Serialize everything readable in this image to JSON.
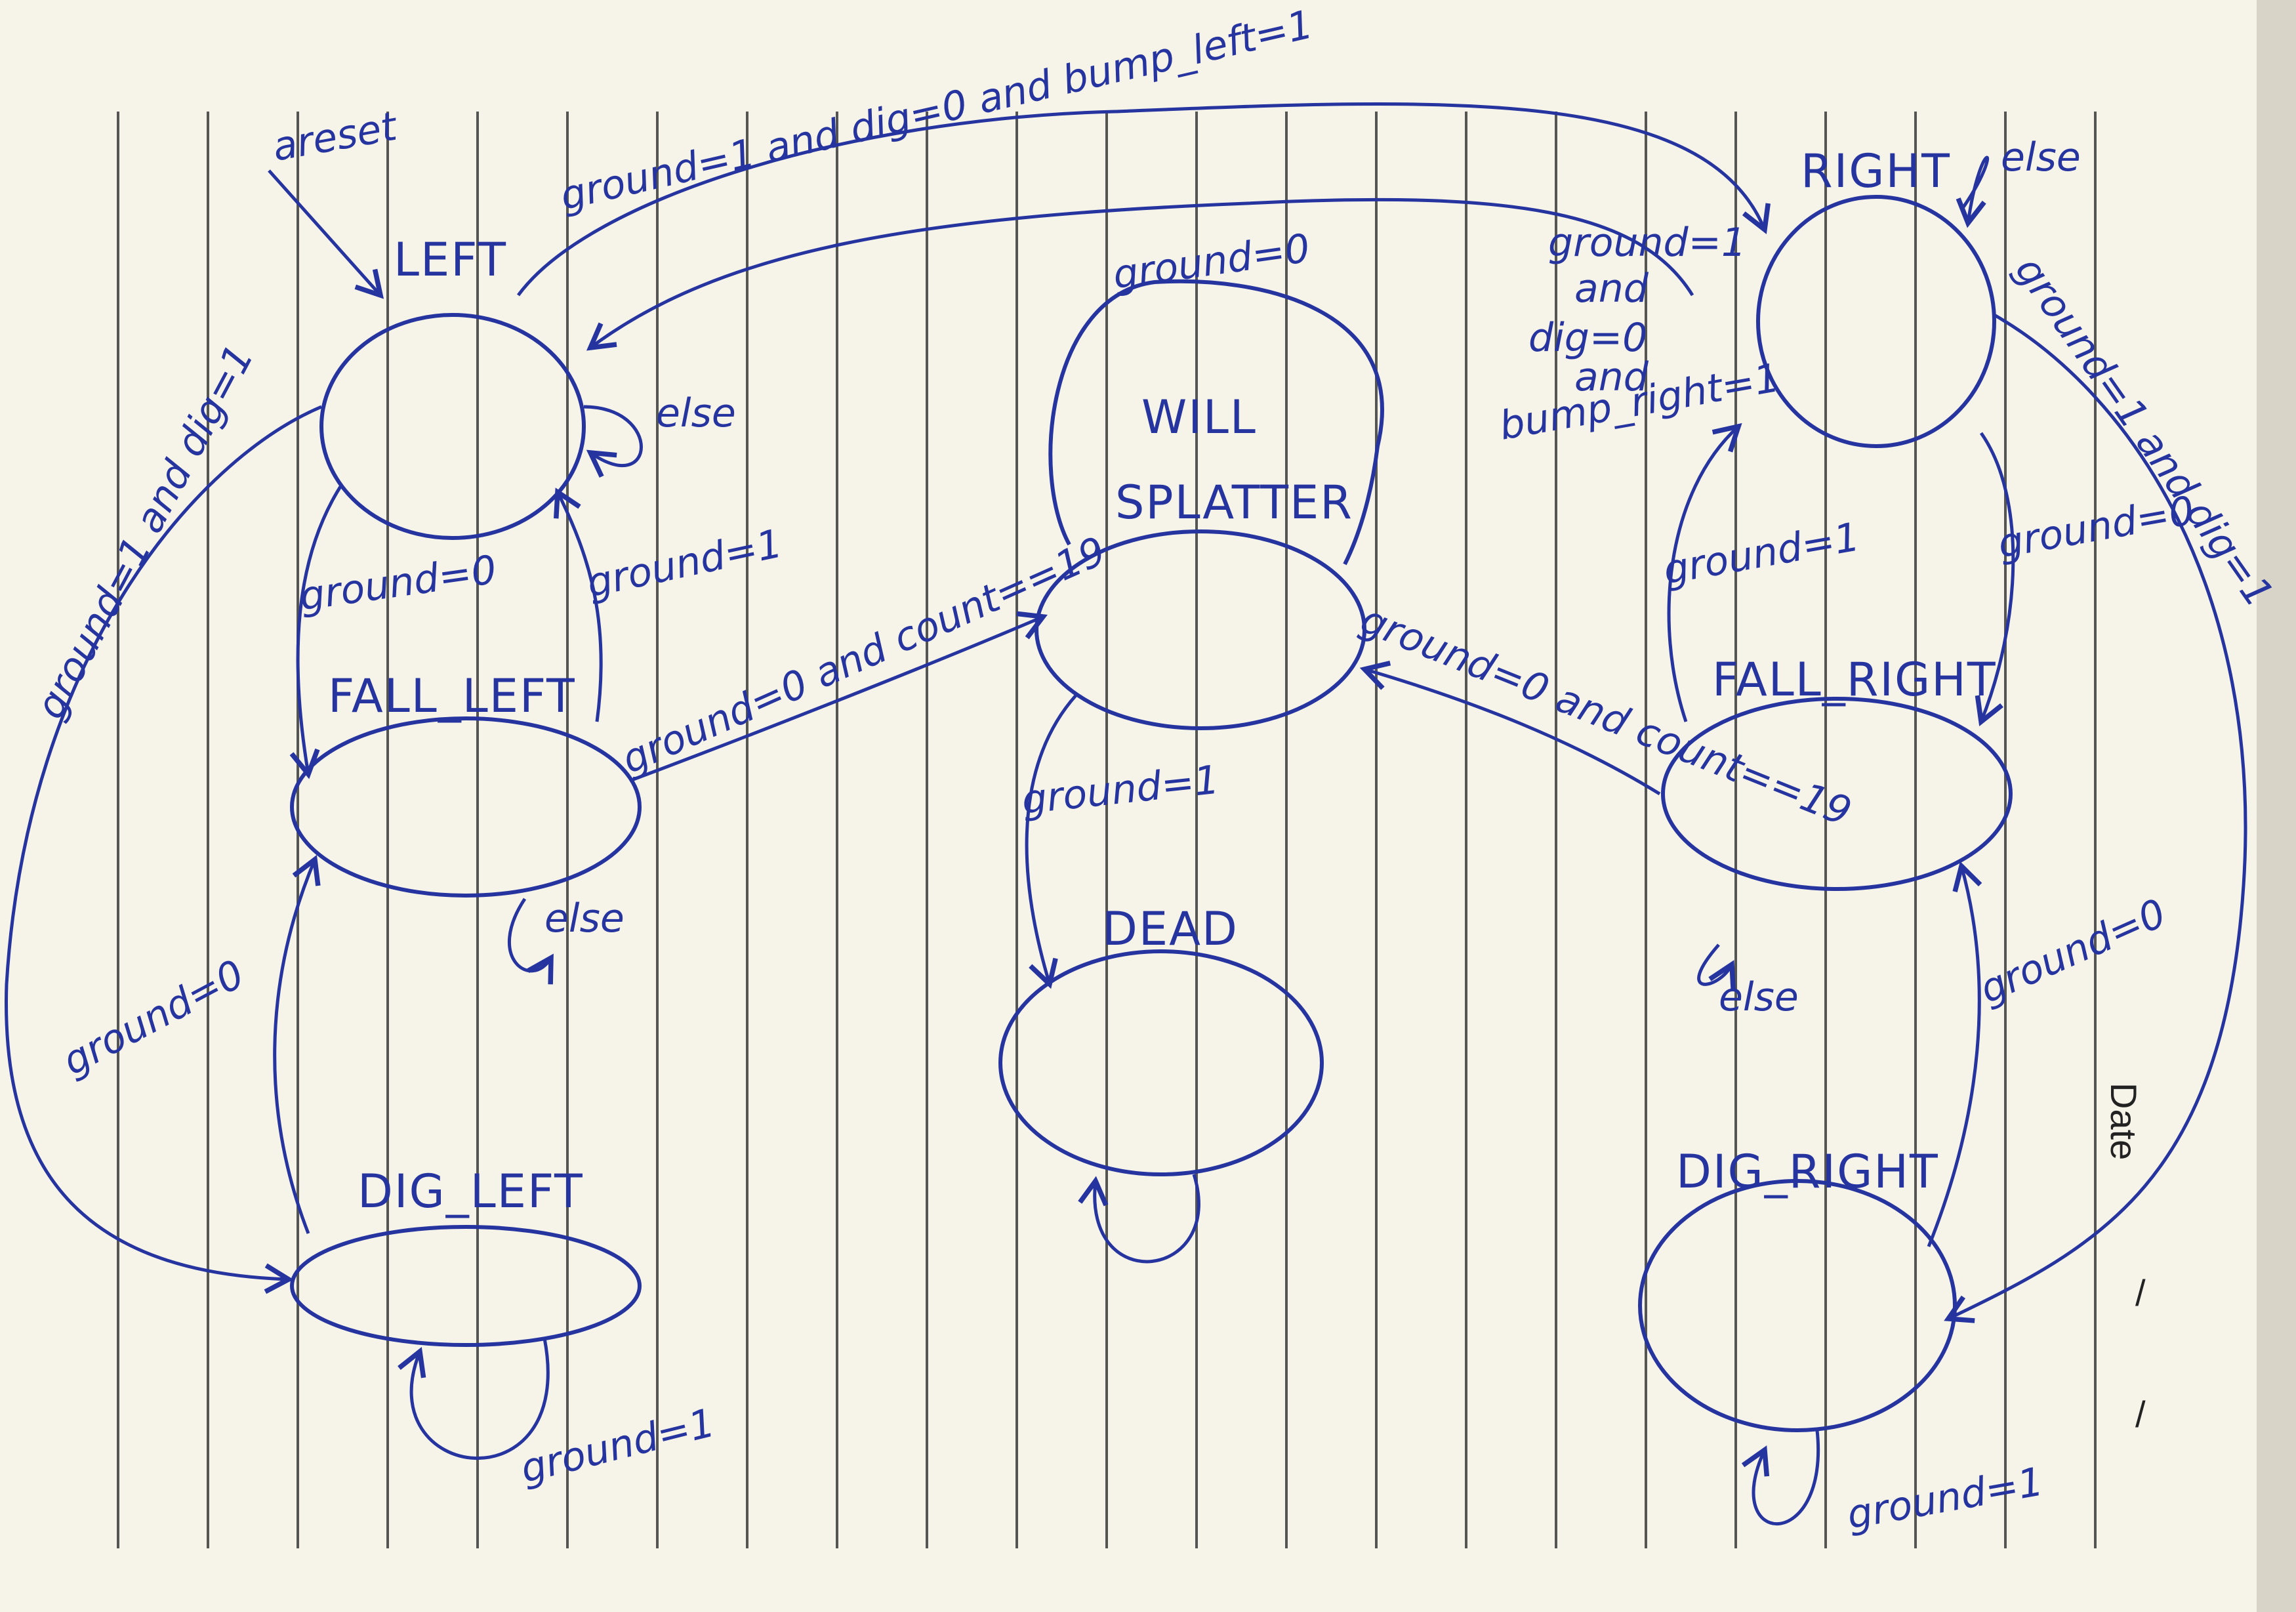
{
  "diagram": {
    "colors": {
      "ink": "#2634a0",
      "paper": "#f6f3e9",
      "rules": "#3a3a3a",
      "background": "#2a2a2a"
    },
    "states": {
      "left": "LEFT",
      "right": "RIGHT",
      "will_splatter_1": "WILL",
      "will_splatter_2": "SPLATTER",
      "fall_left": "FALL_LEFT",
      "fall_right": "FALL_RIGHT",
      "dead": "DEAD",
      "dig_left": "DIG_LEFT",
      "dig_right": "DIG_RIGHT"
    },
    "transitions": {
      "areset": "areset",
      "left_to_right": "ground=1 and dig=0 and bump_left=1",
      "right_self": "else",
      "left_self": "else",
      "will_splatter_self": "ground=0",
      "right_to_left_1": "ground=1",
      "right_to_left_2": "and",
      "right_to_left_3": "dig=0",
      "right_to_left_4": "and",
      "right_to_left_5": "bump_right=1",
      "right_to_dig_right": "ground=1 and dig=1",
      "left_to_dig_left": "ground=1 and dig=1",
      "left_to_fall_left": "ground=0",
      "fall_left_to_left": "ground=1",
      "fall_left_to_splatter": "ground=0 and count==19",
      "fall_right_to_splatter": "ground=0 and count==19",
      "right_to_fall_right": "ground=0",
      "fall_right_to_right": "ground=1",
      "fall_left_self": "else",
      "fall_right_self": "else",
      "splatter_to_dead": "ground=1",
      "dig_left_to_fall_left": "ground=0",
      "dig_right_to_fall_right": "ground=0",
      "dig_left_self": "ground=1",
      "dig_right_self": "ground=1"
    },
    "page_marks": {
      "date_label": "Date",
      "slash": "/"
    }
  }
}
